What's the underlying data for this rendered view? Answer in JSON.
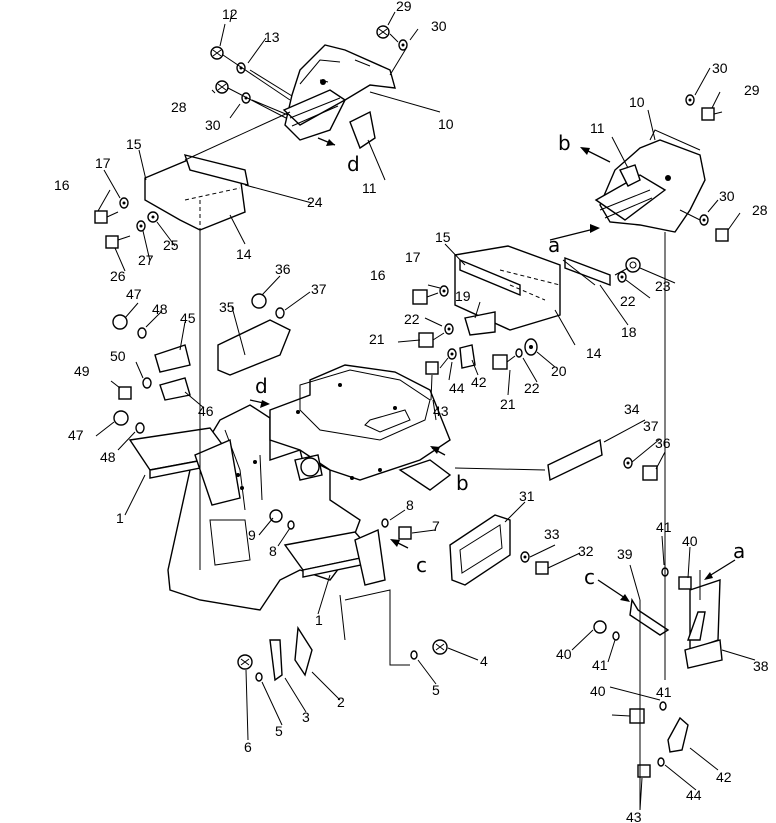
{
  "callouts": {
    "c1a": "1",
    "c1b": "1",
    "c2": "2",
    "c3": "3",
    "c4": "4",
    "c5a": "5",
    "c5b": "5",
    "c6": "6",
    "c7": "7",
    "c8a": "8",
    "c8b": "8",
    "c9": "9",
    "c10a": "10",
    "c10b": "10",
    "c11a": "11",
    "c11b": "11",
    "c12": "12",
    "c13": "13",
    "c14a": "14",
    "c14b": "14",
    "c15a": "15",
    "c15b": "15",
    "c16a": "16",
    "c16b": "16",
    "c17a": "17",
    "c17b": "17",
    "c18": "18",
    "c19": "19",
    "c20": "20",
    "c21a": "21",
    "c21b": "21",
    "c22a": "22",
    "c22b": "22",
    "c22c": "22",
    "c23": "23",
    "c24": "24",
    "c25": "25",
    "c26": "26",
    "c27": "27",
    "c28a": "28",
    "c28b": "28",
    "c29a": "29",
    "c29b": "29",
    "c30a": "30",
    "c30b": "30",
    "c30c": "30",
    "c30d": "30",
    "c31": "31",
    "c32": "32",
    "c33": "33",
    "c34": "34",
    "c35": "35",
    "c36a": "36",
    "c36b": "36",
    "c37a": "37",
    "c37b": "37",
    "c38": "38",
    "c39": "39",
    "c40a": "40",
    "c40b": "40",
    "c40c": "40",
    "c41a": "41",
    "c41b": "41",
    "c41c": "41",
    "c42a": "42",
    "c42b": "42",
    "c43a": "43",
    "c43b": "43",
    "c44a": "44",
    "c44b": "44",
    "c45": "45",
    "c46": "46",
    "c47a": "47",
    "c47b": "47",
    "c48a": "48",
    "c48b": "48",
    "c49": "49",
    "c50": "50"
  },
  "view_letters": {
    "a1": "a",
    "a2": "a",
    "b1": "b",
    "b2": "b",
    "c1": "c",
    "c2": "c",
    "d1": "d",
    "d2": "d"
  }
}
